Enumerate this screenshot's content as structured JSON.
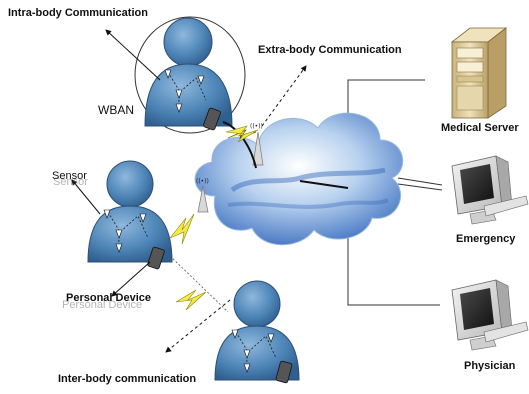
{
  "labels": {
    "intra_body": "Intra-body Communication",
    "extra_body": "Extra-body Communication",
    "wban": "WBAN",
    "sensor": "Sensor",
    "personal_device": "Personal Device",
    "inter_body": "Inter-body communication",
    "medical_server": "Medical Server",
    "emergency": "Emergency",
    "physician": "Physician"
  },
  "icons": {
    "person": "person-icon",
    "server": "server-icon",
    "computer": "computer-icon",
    "cloud": "cloud-icon",
    "antenna": "antenna-icon",
    "wireless_link": "lightning-icon"
  },
  "colors": {
    "person_body": "#4f86b8",
    "person_outline": "#2c4f75",
    "cloud_light": "#dce9f7",
    "cloud_dark": "#3f74c3",
    "server_beige": "#d9c79a",
    "lightning_yellow": "#f2e94a"
  }
}
